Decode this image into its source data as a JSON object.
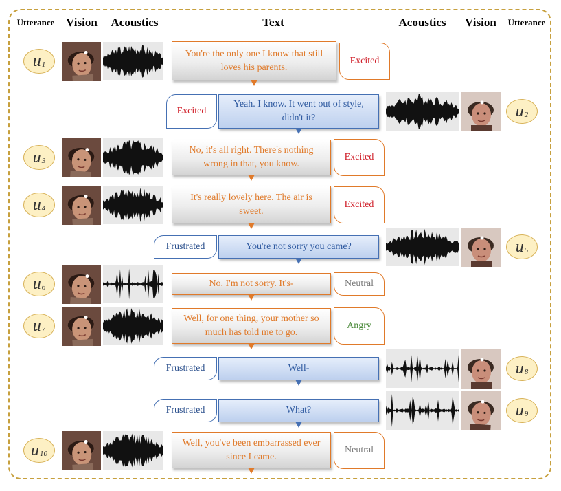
{
  "headers": {
    "utterance_left": "Utterance",
    "vision_left": "Vision",
    "acoustics_left": "Acoustics",
    "text": "Text",
    "acoustics_right": "Acoustics",
    "vision_right": "Vision",
    "utterance_right": "Utterance"
  },
  "colors": {
    "frame": "#c7a03e",
    "speaker_a_bubble": "#e07a2a",
    "speaker_b_bubble": "#4570b3",
    "excited": "#d0202a",
    "frustrated": "#2a4f8c",
    "neutral": "#777777",
    "angry": "#4b8a3a"
  },
  "utterances": [
    {
      "id": "u1",
      "base": "u",
      "sub": "1",
      "speaker": "A",
      "text": "You're the only one I know that still loves his parents.",
      "emotion": "Excited"
    },
    {
      "id": "u2",
      "base": "u",
      "sub": "2",
      "speaker": "B",
      "text": "Yeah. I know. It went out of style, didn't it?",
      "emotion": "Excited"
    },
    {
      "id": "u3",
      "base": "u",
      "sub": "3",
      "speaker": "A",
      "text": "No, it's all right. There's nothing wrong in that, you know.",
      "emotion": "Excited"
    },
    {
      "id": "u4",
      "base": "u",
      "sub": "4",
      "speaker": "A",
      "text": "It's really lovely here. The air is sweet.",
      "emotion": "Excited"
    },
    {
      "id": "u5",
      "base": "u",
      "sub": "5",
      "speaker": "B",
      "text": "You're not sorry you came?",
      "emotion": "Frustrated"
    },
    {
      "id": "u6",
      "base": "u",
      "sub": "6",
      "speaker": "A",
      "text": "No. I'm not sorry. It's-",
      "emotion": "Neutral"
    },
    {
      "id": "u7",
      "base": "u",
      "sub": "7",
      "speaker": "A",
      "text": "Well, for one thing, your mother so much has told me to go.",
      "emotion": "Angry"
    },
    {
      "id": "u8",
      "base": "u",
      "sub": "8",
      "speaker": "B",
      "text": "Well-",
      "emotion": "Frustrated"
    },
    {
      "id": "u9",
      "base": "u",
      "sub": "9",
      "speaker": "B",
      "text": "What?",
      "emotion": "Frustrated"
    },
    {
      "id": "u10",
      "base": "u",
      "sub": "10",
      "speaker": "A",
      "text": "Well, you've been embarrassed ever since I came.",
      "emotion": "Neutral"
    }
  ]
}
